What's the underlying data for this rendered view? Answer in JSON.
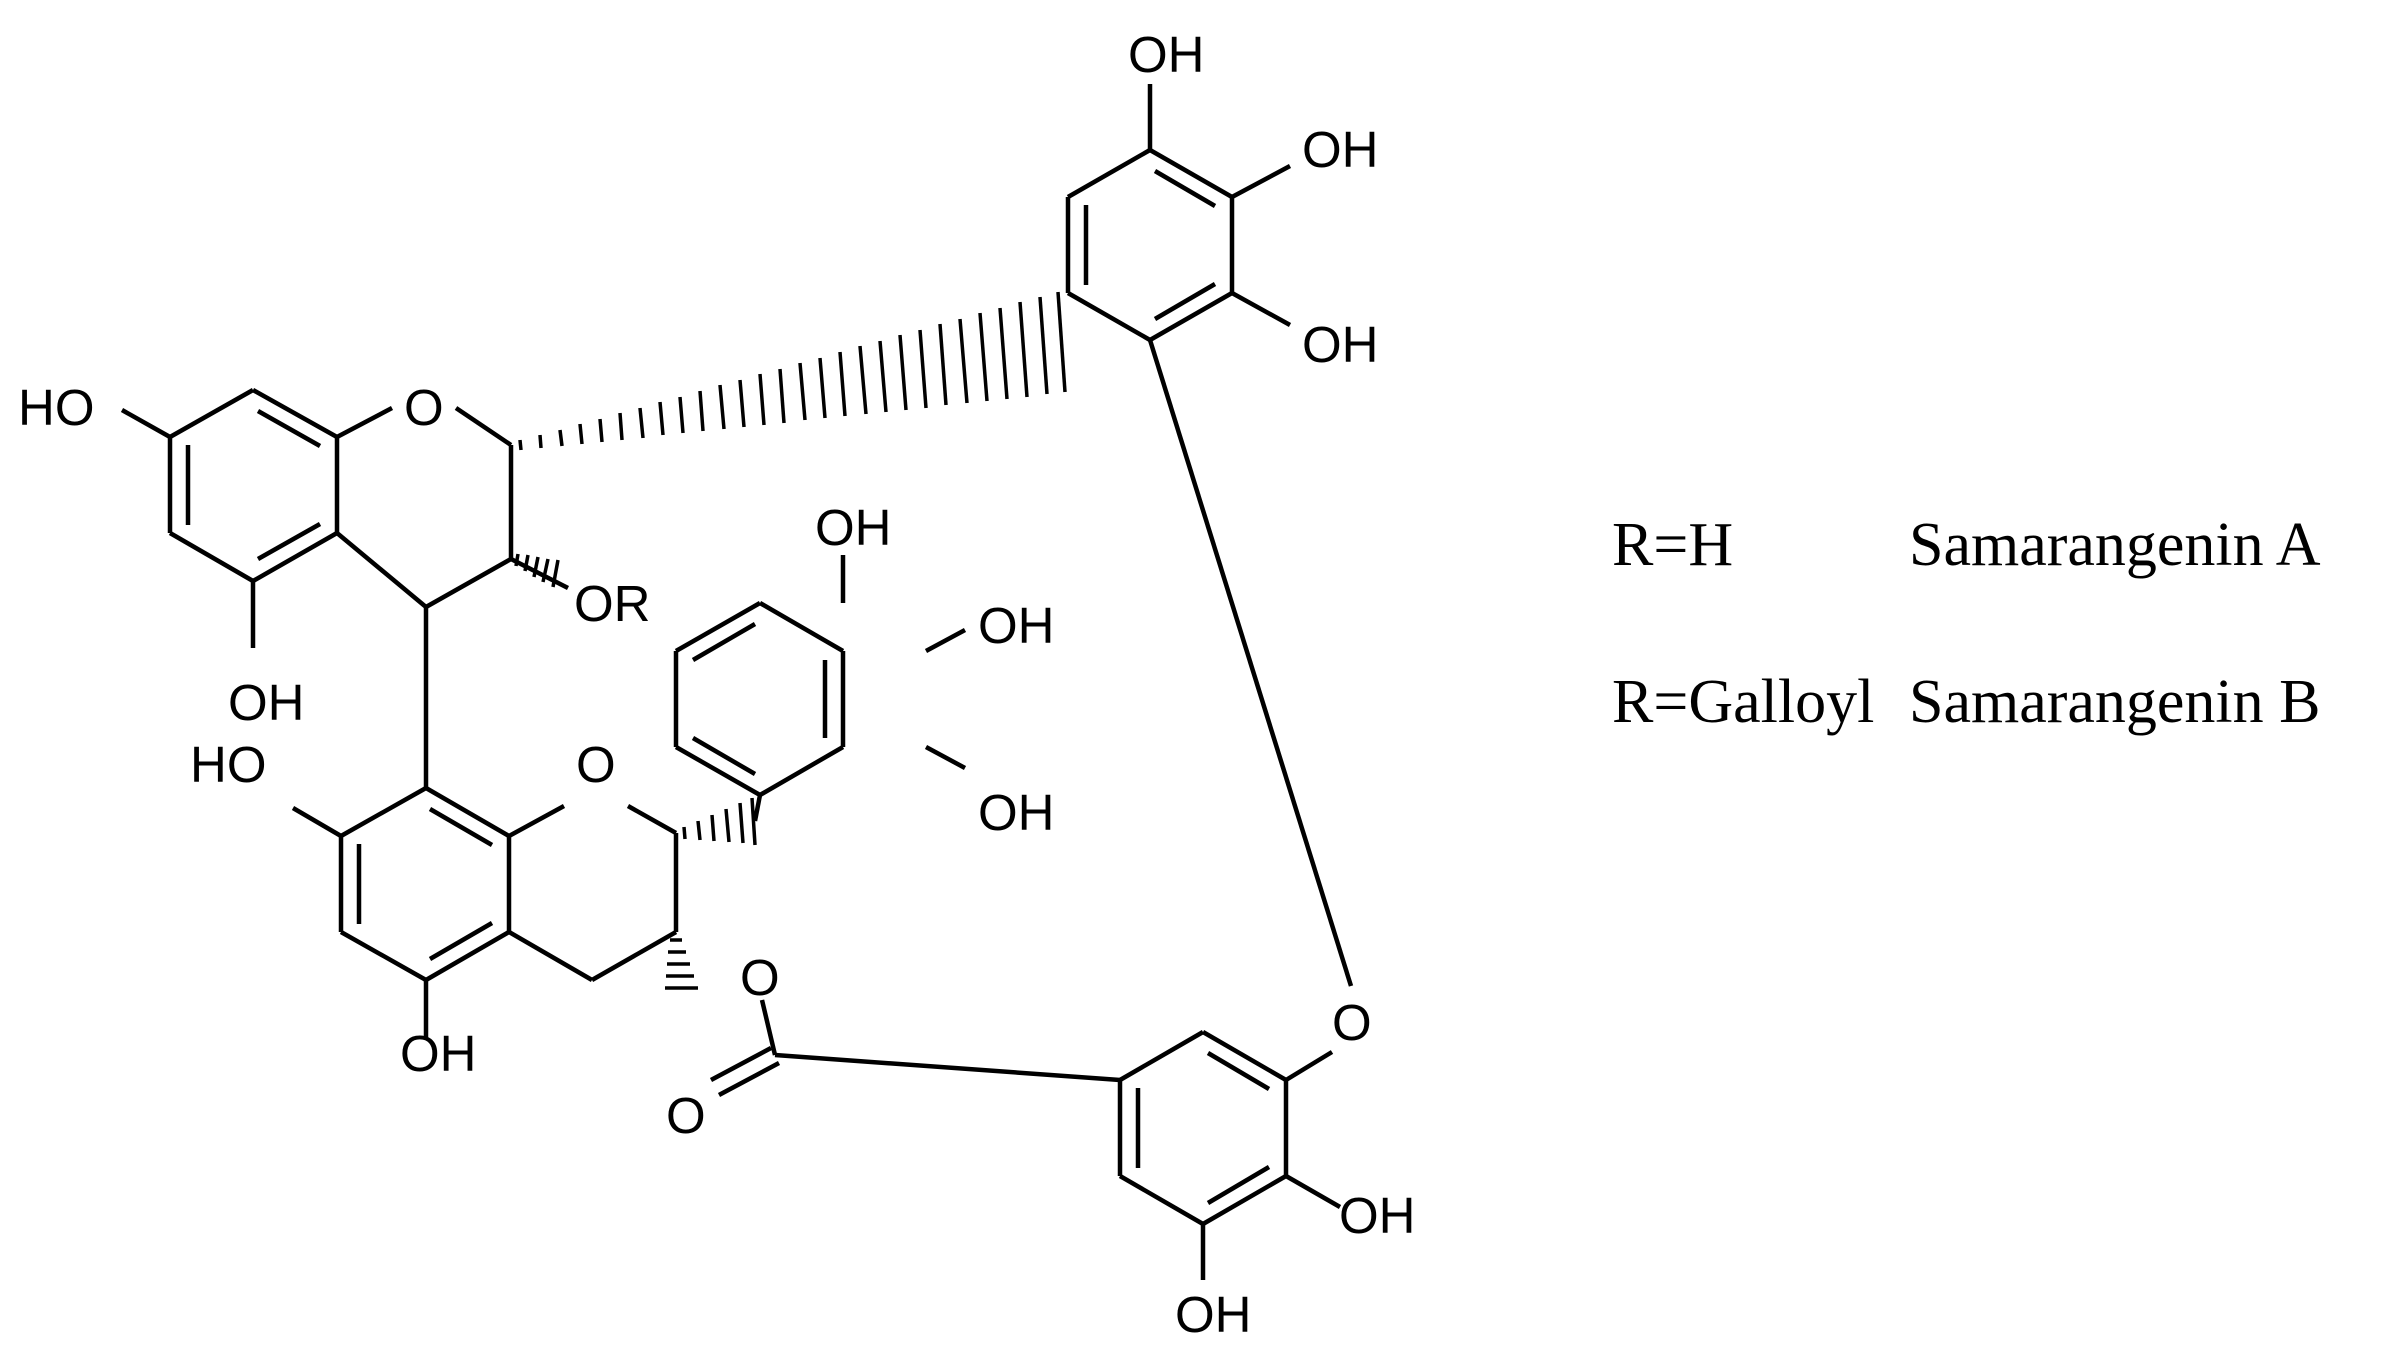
{
  "atom_labels": {
    "top_oh_1": "OH",
    "top_oh_2": "OH",
    "top_oh_3": "OH",
    "ring_a_ho": "HO",
    "ring_c_o": "O",
    "ring_c_or": "OR",
    "ring_a_oh": "OH",
    "lower_a_ho": "HO",
    "lower_c_o": "O",
    "lower_a_oh": "OH",
    "mid_oh_1": "OH",
    "mid_oh_2": "OH",
    "mid_oh_3": "OH",
    "ester_o": "O",
    "carbonyl_o": "O",
    "bottom_ring_o": "O",
    "bottom_oh_1": "OH",
    "bottom_oh_2": "OH"
  },
  "legend": [
    {
      "substituent": "R=H",
      "compound": "Samarangenin A"
    },
    {
      "substituent": "R=Galloyl",
      "compound": "Samarangenin B"
    }
  ]
}
